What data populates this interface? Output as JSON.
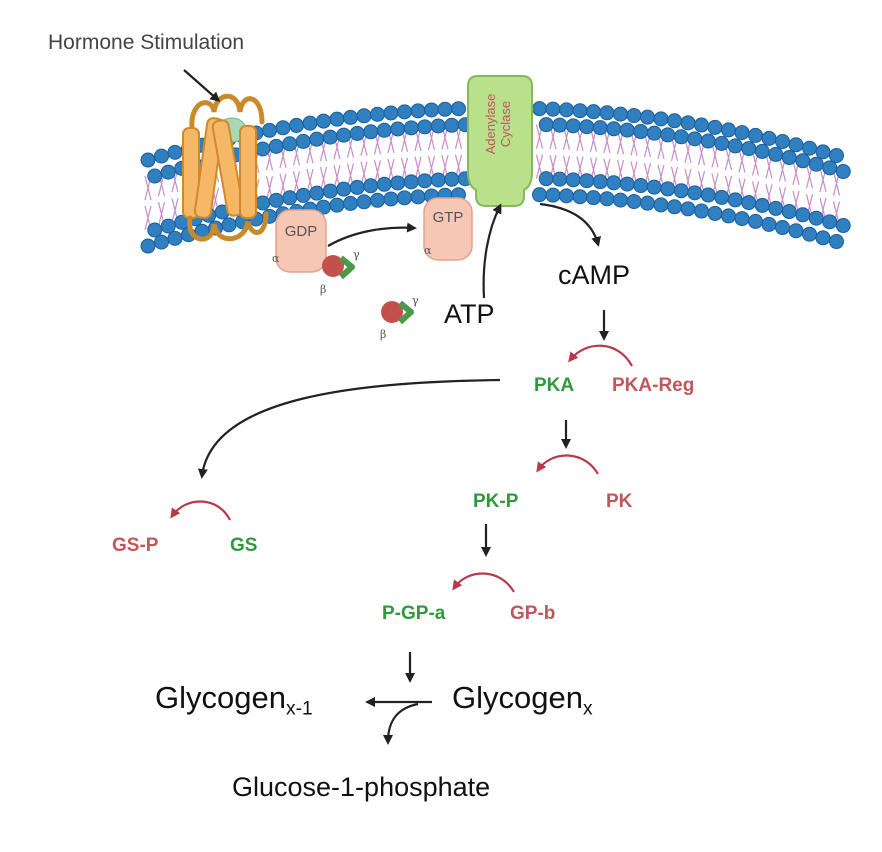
{
  "hormone_label": "Hormone Stimulation",
  "adenylase_cyclase": [
    "Adenylase",
    "Cyclase"
  ],
  "gdp_label": "GDP",
  "gtp_label": "GTP",
  "alpha": "α",
  "beta": "β",
  "gamma": "γ",
  "atp_label": "ATP",
  "camp_label": "cAMP",
  "pka_label": "PKA",
  "pka_reg_label": "PKA-Reg",
  "pkp_label": "PK-P",
  "pk_label": "PK",
  "gsp_label": "GS-P",
  "gs_label": "GS",
  "pgpa_label": "P-GP-a",
  "gpb_label": "GP-b",
  "glycogen_x1": {
    "base": "Glycogen",
    "sub": "x-1"
  },
  "glycogen_x": {
    "base": "Glycogen",
    "sub": "x"
  },
  "glucose_label": "Glucose-1-phosphate",
  "colors": {
    "head": "#2f7fc1",
    "head_stroke": "#1c5e99",
    "tail": "#c98cc9",
    "receptor": "#f5b867",
    "receptor_stroke": "#d08a2a",
    "cyclase": "#b9e08a",
    "cyclase_stroke": "#86b95b",
    "gprotein": "#f6c7b4",
    "beta": "#c2514d",
    "gamma": "#4a9a4a",
    "active": "#2e9a3c",
    "inactive": "#c0575a",
    "arrow": "#222222",
    "reg_arrow": "#b73a4a"
  }
}
